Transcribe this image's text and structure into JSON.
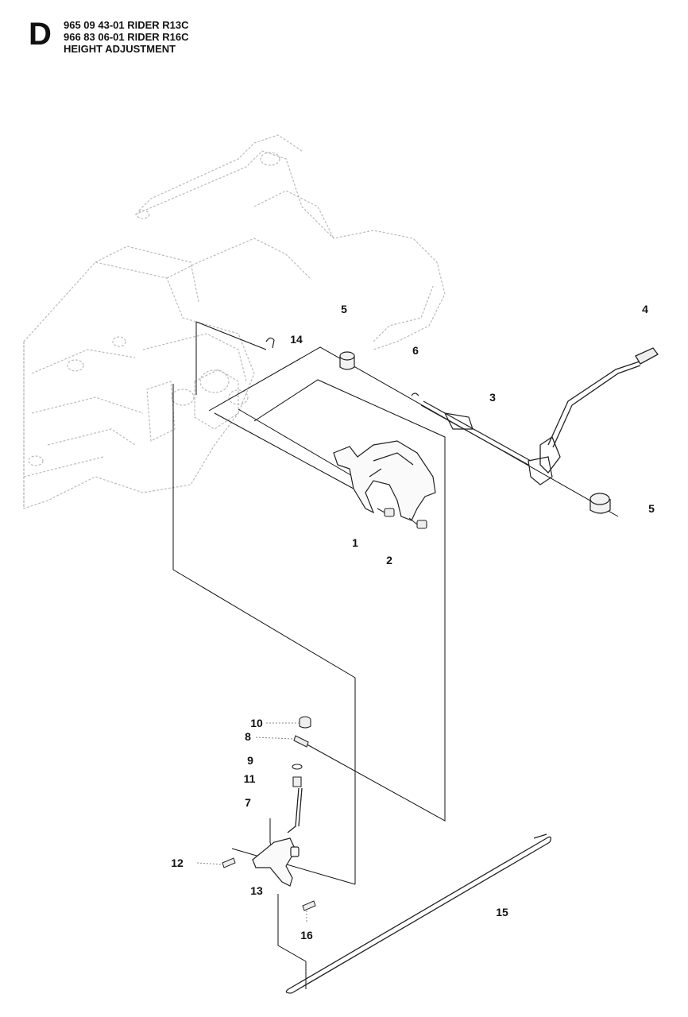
{
  "header": {
    "section_letter": "D",
    "lines": [
      "965 09 43-01 RIDER R13C",
      "966 83 06-01 RIDER R16C",
      "HEIGHT ADJUSTMENT"
    ]
  },
  "callouts": [
    {
      "id": "c5a",
      "label": "5"
    },
    {
      "id": "c4",
      "label": "4"
    },
    {
      "id": "c14",
      "label": "14"
    },
    {
      "id": "c6",
      "label": "6"
    },
    {
      "id": "c3",
      "label": "3"
    },
    {
      "id": "c5b",
      "label": "5"
    },
    {
      "id": "c1",
      "label": "1"
    },
    {
      "id": "c2",
      "label": "2"
    },
    {
      "id": "c10",
      "label": "10"
    },
    {
      "id": "c8",
      "label": "8"
    },
    {
      "id": "c9",
      "label": "9"
    },
    {
      "id": "c11",
      "label": "11"
    },
    {
      "id": "c7",
      "label": "7"
    },
    {
      "id": "c12",
      "label": "12"
    },
    {
      "id": "c13",
      "label": "13"
    },
    {
      "id": "c16",
      "label": "16"
    },
    {
      "id": "c15",
      "label": "15"
    }
  ]
}
